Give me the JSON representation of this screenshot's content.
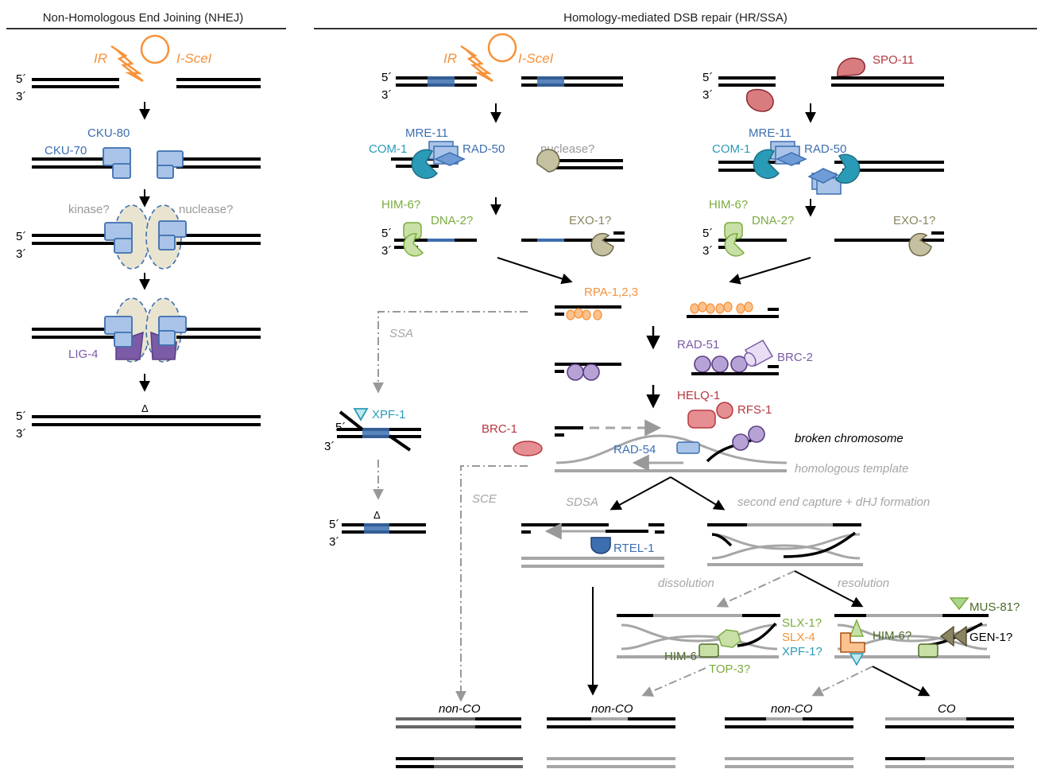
{
  "headers": {
    "nhej": "Non-Homologous End Joining (NHEJ)",
    "hr": "Homology-mediated DSB repair (HR/SSA)"
  },
  "ends": {
    "five": "5´",
    "three": "3´"
  },
  "inducers": {
    "ir": "IR",
    "isce": "I-SceI",
    "spo11": "SPO-11"
  },
  "proteins": {
    "cku80": "CKU-80",
    "cku70": "CKU-70",
    "kinase": "kinase?",
    "nuclease": "nuclease?",
    "lig4": "LIG-4",
    "mre11": "MRE-11",
    "com1": "COM-1",
    "rad50": "RAD-50",
    "him6q": "HIM-6?",
    "dna2": "DNA-2?",
    "exo1": "EXO-1?",
    "rpa": "RPA-1,2,3",
    "rad51": "RAD-51",
    "brc2": "BRC-2",
    "helq1": "HELQ-1",
    "rfs1": "RFS-1",
    "brc1": "BRC-1",
    "rad54": "RAD-54",
    "xpf1": "XPF-1",
    "rtel1": "RTEL-1",
    "him6": "HIM-6",
    "top3": "TOP-3?",
    "slx1": "SLX-1?",
    "slx4": "SLX-4",
    "xpf1q": "XPF-1?",
    "him6b": "HIM-6?",
    "mus81": "MUS-81?",
    "gen1": "GEN-1?"
  },
  "labels": {
    "delta": "Δ",
    "ssa": "SSA",
    "sce": "SCE",
    "sdsa": "SDSA",
    "second_end": "second end capture + dHJ  formation",
    "dissolution": "dissolution",
    "resolution": "resolution",
    "broken": "broken chromosome",
    "template": "homologous template",
    "nonco": "non-CO",
    "co": "CO"
  },
  "colors": {
    "orange": "#f7923a",
    "blue": "#3d6fb0",
    "lightblue": "#a9c4e8",
    "teal": "#2a9bb7",
    "green": "#7aac3e",
    "darkgreen": "#4d6b2a",
    "khaki": "#8a8560",
    "purple": "#7b5aa6",
    "red": "#b5383e",
    "gray": "#a6a6a6"
  }
}
